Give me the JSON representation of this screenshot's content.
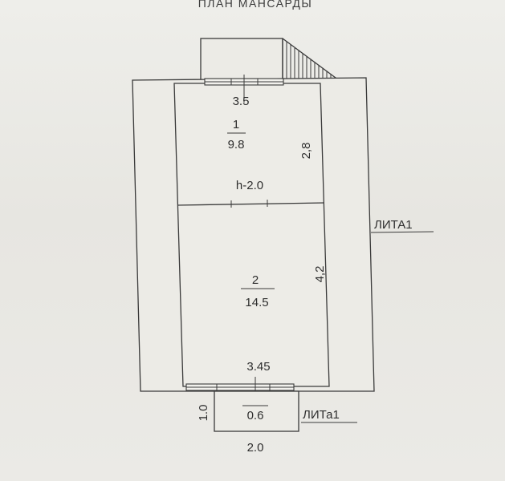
{
  "title": "ПЛАН МАНСАРДЫ",
  "rooms": [
    {
      "number": "1",
      "area": "9.8"
    },
    {
      "number": "2",
      "area": "14.5"
    }
  ],
  "dimensions": {
    "top_width": "3.5",
    "room1_length": "2,8",
    "height_note": "h-2.0",
    "room2_length": "4,2",
    "bottom_width": "3.45",
    "porch_depth": "1.0",
    "porch_area": "0.6",
    "porch_width": "2.0"
  },
  "annotations": {
    "lit_a1": "ЛИТА1",
    "lit_a1_small": "ЛИТа1"
  }
}
